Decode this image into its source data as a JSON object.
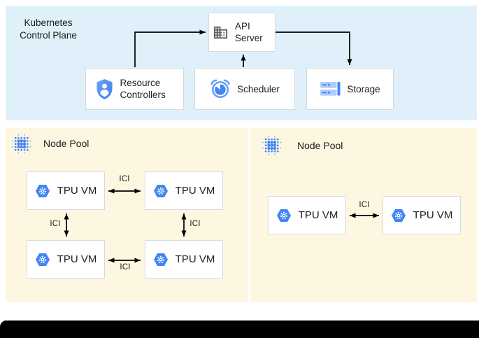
{
  "control_plane": {
    "title": "Kubernetes Control Plane",
    "api_server": {
      "label": "API Server",
      "icon": "building-icon"
    },
    "resource_controllers": {
      "label": "Resource Controllers",
      "icon": "shield-person-icon"
    },
    "scheduler": {
      "label": "Scheduler",
      "icon": "alarm-clock-icon"
    },
    "storage": {
      "label": "Storage",
      "icon": "server-stack-icon"
    }
  },
  "node_pools": {
    "left": {
      "title": "Node Pool",
      "vms": [
        {
          "label": "TPU VM"
        },
        {
          "label": "TPU VM"
        },
        {
          "label": "TPU VM"
        },
        {
          "label": "TPU VM"
        }
      ]
    },
    "right": {
      "title": "Node Pool",
      "vms": [
        {
          "label": "TPU VM"
        },
        {
          "label": "TPU VM"
        }
      ]
    }
  },
  "interconnect": {
    "label": "ICI"
  },
  "colors": {
    "control_plane_bg": "#dff0fa",
    "node_pool_bg": "#fdf7e2",
    "accent_blue": "#4285f4",
    "light_blue": "#669df6",
    "pale_blue": "#aecbfa",
    "icon_gray": "#5f6368",
    "arrow_black": "#000000"
  }
}
